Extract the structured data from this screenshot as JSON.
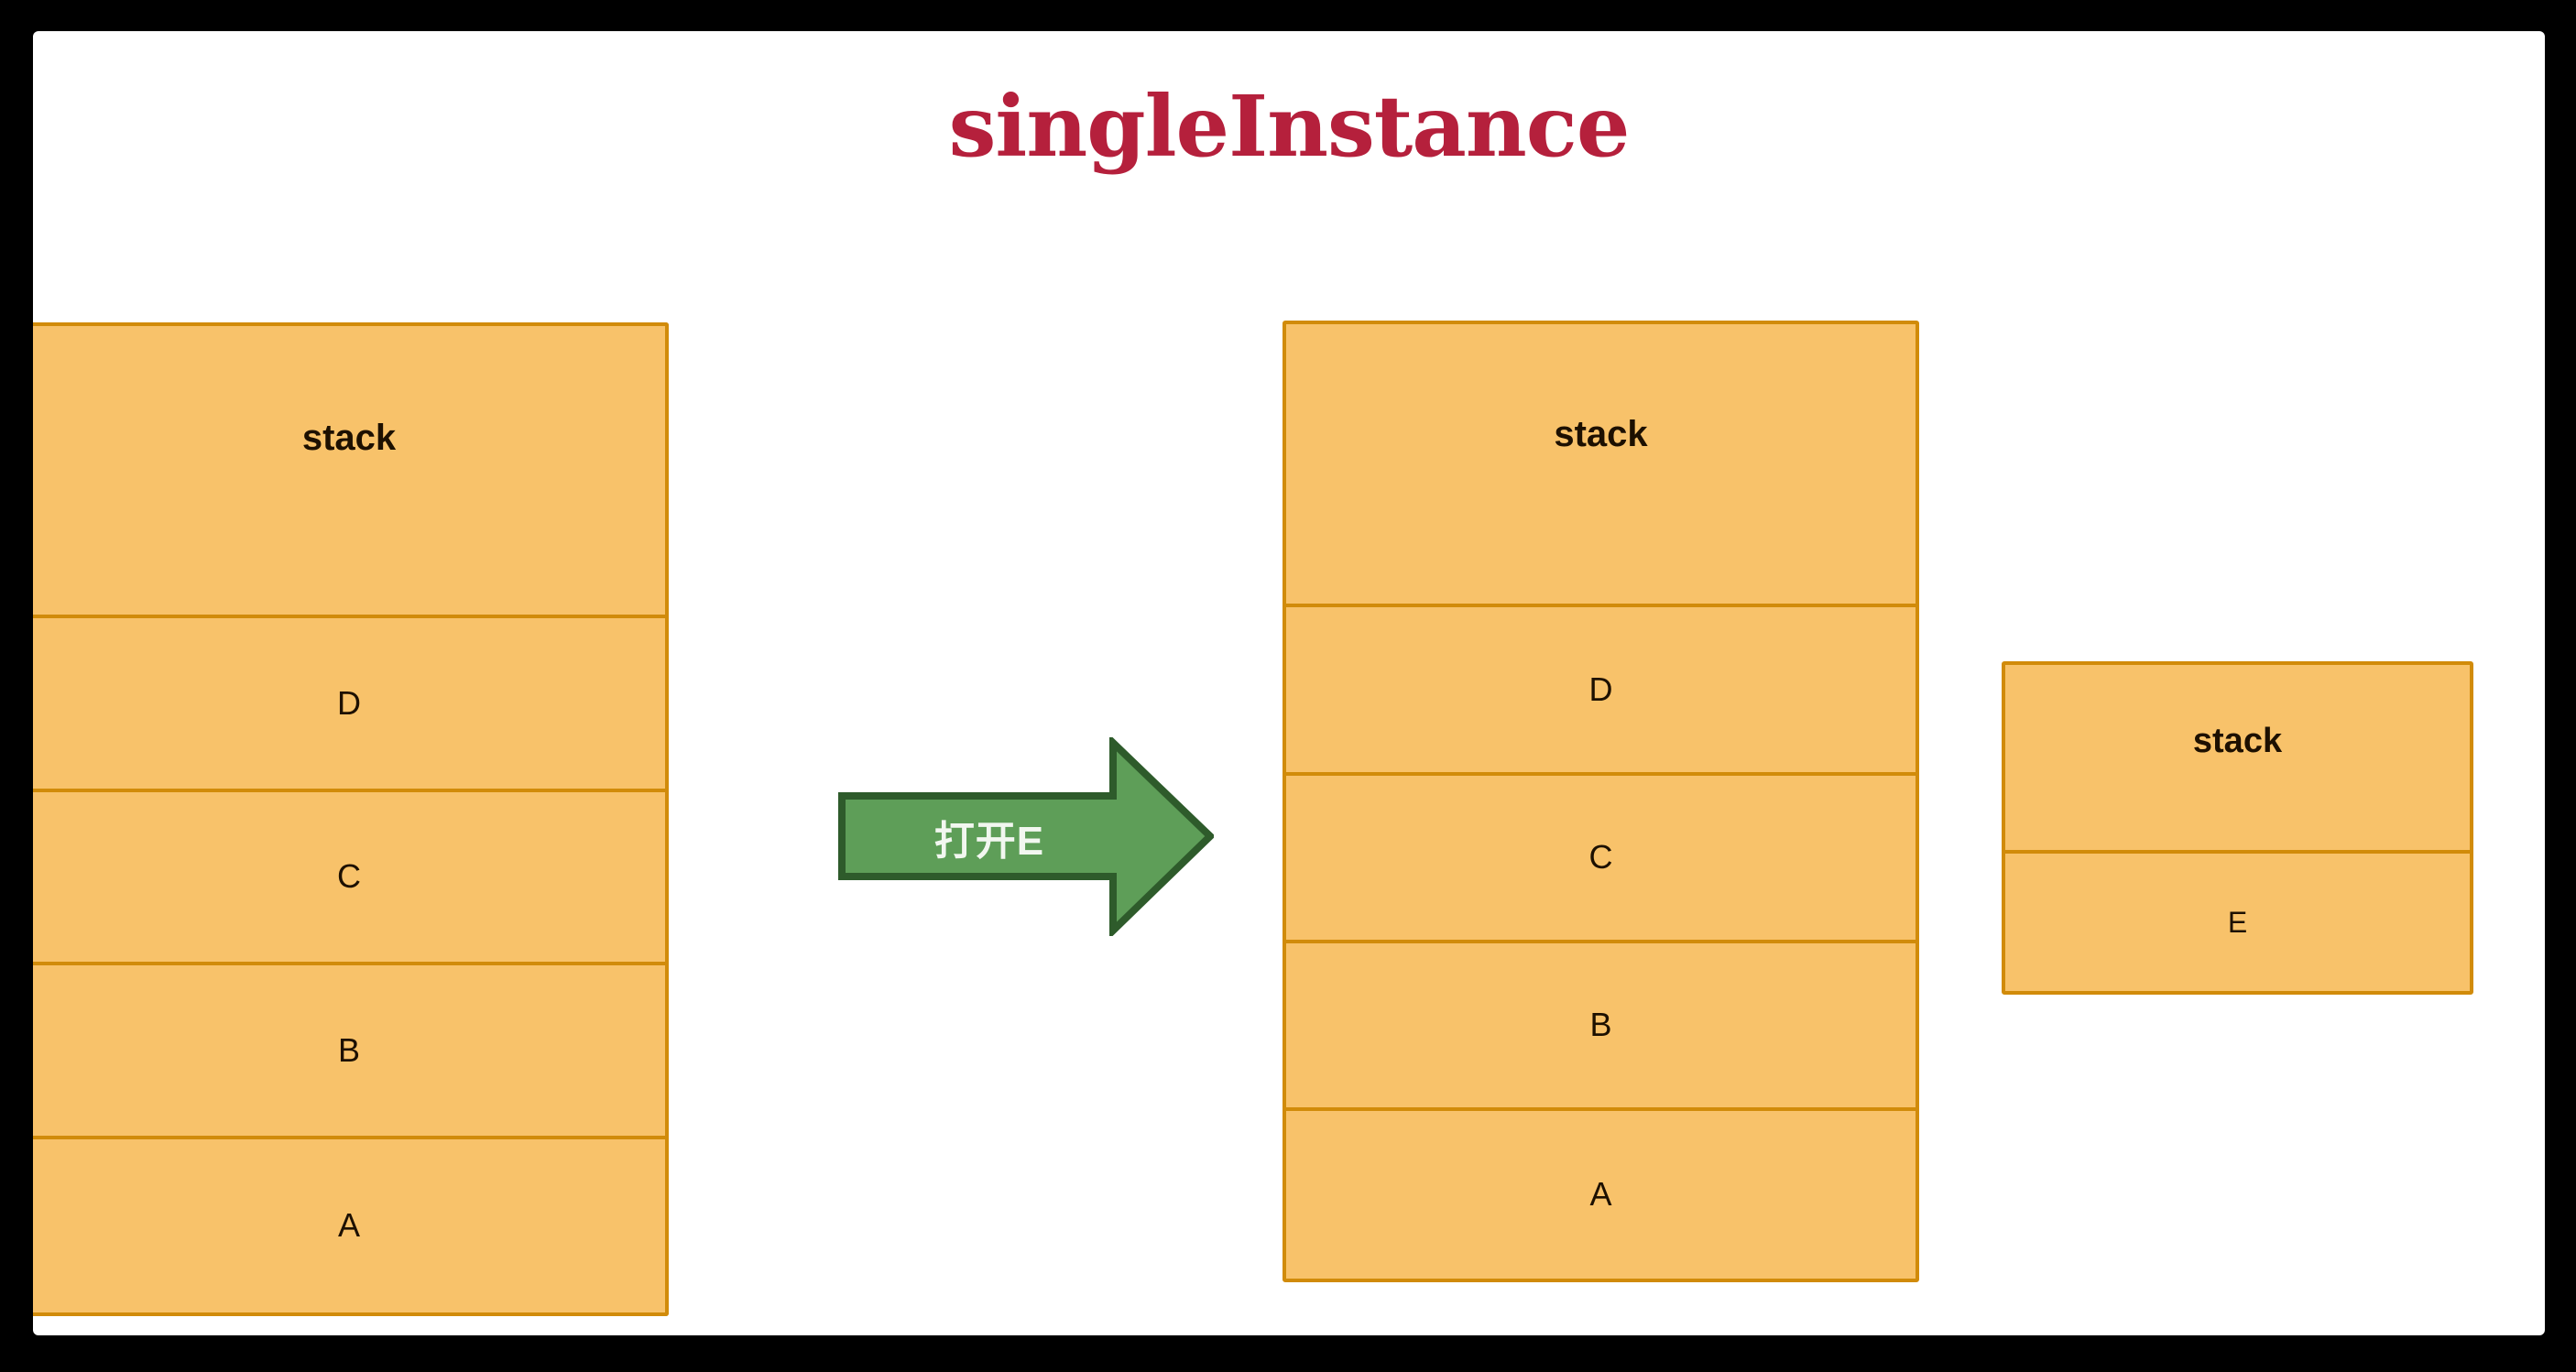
{
  "title": "singleInstance",
  "colors": {
    "title_red": "#b5203c",
    "box_fill": "#f8c26a",
    "box_border": "#d18b0a",
    "arrow_fill": "#5e9e58",
    "arrow_border": "#2e5b2b",
    "arrow_text": "#f2f7f0",
    "canvas": "#ffffff",
    "frame": "#000000"
  },
  "diagram": {
    "type": "activity-stack-illustration",
    "before_stack": {
      "header": "stack",
      "entries": [
        "D",
        "C",
        "B",
        "A"
      ]
    },
    "transition": {
      "label": "打开E",
      "icon": "right-block-arrow"
    },
    "after_stacks": [
      {
        "header": "stack",
        "entries": [
          "D",
          "C",
          "B",
          "A"
        ]
      },
      {
        "header": "stack",
        "entries": [
          "E"
        ]
      }
    ]
  }
}
